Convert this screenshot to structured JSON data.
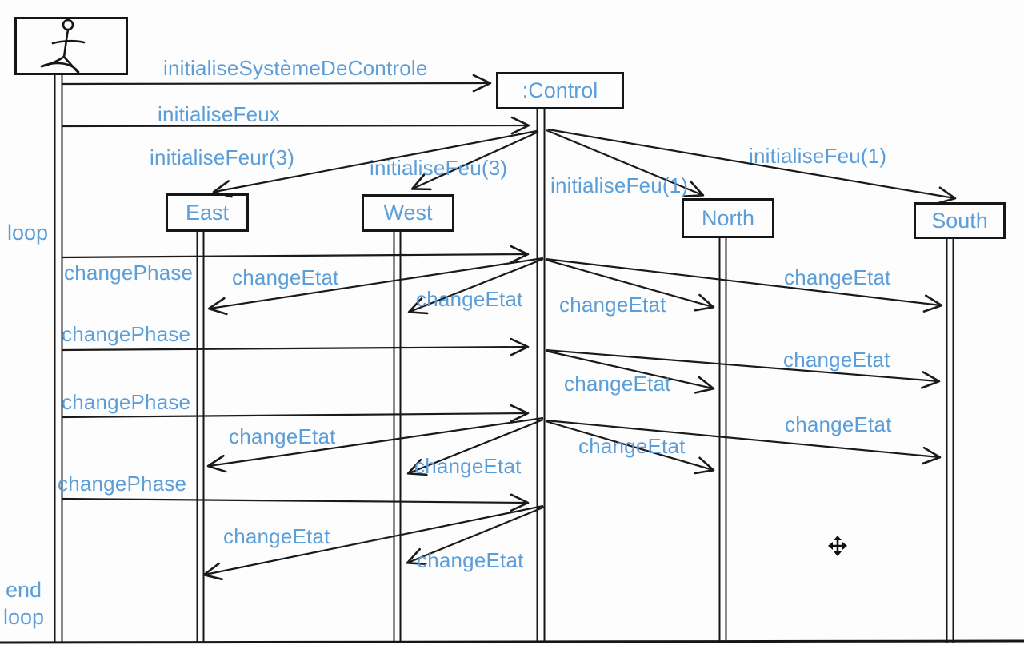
{
  "diagram": {
    "type": "uml-sequence-diagram",
    "style": "hand-drawn whiteboard",
    "colors": {
      "background": "#fdfdfd",
      "stroke": "#1a1a1a",
      "label_text": "#5c9ed8"
    },
    "actor": {
      "kind": "stick-figure",
      "icon": "actor-icon"
    },
    "participants": {
      "control": {
        "label": ":Control"
      },
      "east": {
        "label": "East"
      },
      "west": {
        "label": "West"
      },
      "north": {
        "label": "North"
      },
      "south": {
        "label": "South"
      }
    },
    "fragment": {
      "start_label": "loop",
      "end_label_line1": "end",
      "end_label_line2": "loop"
    },
    "messages": [
      {
        "label": "initialiseSystèmeDeControle",
        "from": "actor",
        "to": "control"
      },
      {
        "label": "initialiseFeux",
        "from": "actor",
        "to": "control"
      },
      {
        "label": "initialiseFeur(3)",
        "from": "control",
        "to": "east"
      },
      {
        "label": "initialiseFeu(3)",
        "from": "control",
        "to": "west"
      },
      {
        "label": "initialiseFeu(1)",
        "from": "control",
        "to": "north"
      },
      {
        "label": "initialiseFeu(1)",
        "from": "control",
        "to": "south"
      },
      {
        "label": "changePhase",
        "from": "actor",
        "to": "control"
      },
      {
        "label": "changeEtat",
        "from": "control",
        "to": "east"
      },
      {
        "label": "changeEtat",
        "from": "control",
        "to": "west"
      },
      {
        "label": "changeEtat",
        "from": "control",
        "to": "north"
      },
      {
        "label": "changeEtat",
        "from": "control",
        "to": "south"
      },
      {
        "label": "changePhase",
        "from": "actor",
        "to": "control"
      },
      {
        "label": "changeEtat",
        "from": "control",
        "to": "north"
      },
      {
        "label": "changeEtat",
        "from": "control",
        "to": "south"
      },
      {
        "label": "changePhase",
        "from": "actor",
        "to": "control"
      },
      {
        "label": "changeEtat",
        "from": "control",
        "to": "east"
      },
      {
        "label": "changeEtat",
        "from": "control",
        "to": "west"
      },
      {
        "label": "changeEtat",
        "from": "control",
        "to": "north"
      },
      {
        "label": "changeEtat",
        "from": "control",
        "to": "south"
      },
      {
        "label": "changePhase",
        "from": "actor",
        "to": "control"
      },
      {
        "label": "changeEtat",
        "from": "control",
        "to": "east"
      },
      {
        "label": "changeEtat",
        "from": "control",
        "to": "west"
      }
    ]
  },
  "cursor": {
    "icon": "move-cursor"
  }
}
